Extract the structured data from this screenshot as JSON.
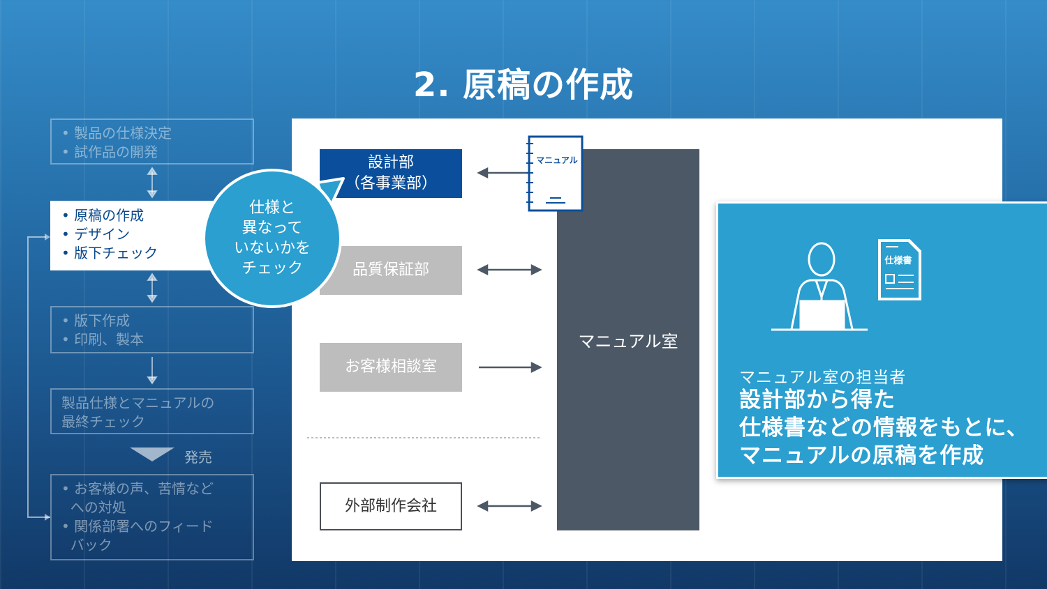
{
  "title": "2. 原稿の作成",
  "sidebar": {
    "stages": [
      {
        "lines": [
          "製品の仕様決定",
          "試作品の開発"
        ]
      },
      {
        "lines": [
          "原稿の作成",
          "デザイン",
          "版下チェック"
        ]
      },
      {
        "lines": [
          "版下作成",
          "印刷、製本"
        ]
      },
      {
        "lines": [
          "製品仕様とマニュアルの",
          "最終チェック"
        ]
      },
      {
        "lines": [
          "お客様の声、苦情など",
          "への対処",
          "関係部署へのフィード",
          "バック"
        ]
      }
    ],
    "release_label": "発売"
  },
  "diagram": {
    "departments": {
      "design": [
        "設計部",
        "（各事業部）"
      ],
      "quality": "品質保証部",
      "customer": "お客様相談室",
      "outside": "外部制作会社"
    },
    "manual_room": "マニュアル室",
    "manual_doc_label": "マニュアル",
    "bubble_lines": [
      "仕様と",
      "異なって",
      "いないかを",
      "チェック"
    ]
  },
  "callout": {
    "role": "マニュアル室の担当者",
    "spec_doc_label": "仕様書",
    "lines": [
      "設計部から得た",
      "仕様書などの情報をもとに、",
      "マニュアルの原稿を作成"
    ]
  },
  "colors": {
    "design_dept": "#0b4f9c",
    "manual_room": "#4c5866",
    "accent": "#2a9fd0",
    "grey_dept": "#bdbdbd"
  }
}
